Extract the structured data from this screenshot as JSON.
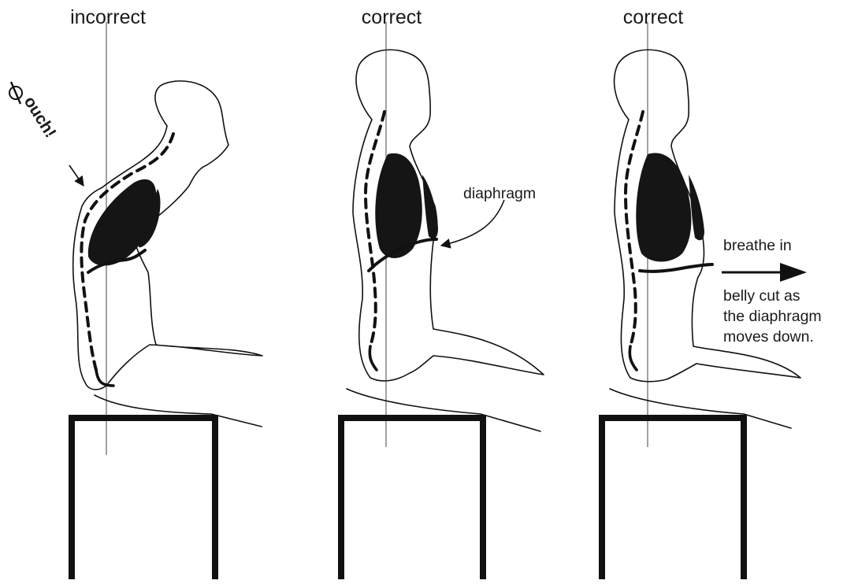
{
  "figures": [
    {
      "label": "incorrect"
    },
    {
      "label": "correct"
    },
    {
      "label": "correct"
    }
  ],
  "annotations": {
    "ouch": "ouch!",
    "diaphragm": "diaphragm",
    "breathe_in": "breathe in",
    "belly_line1": "belly cut as",
    "belly_line2": "the diaphragm",
    "belly_line3": "moves down."
  }
}
